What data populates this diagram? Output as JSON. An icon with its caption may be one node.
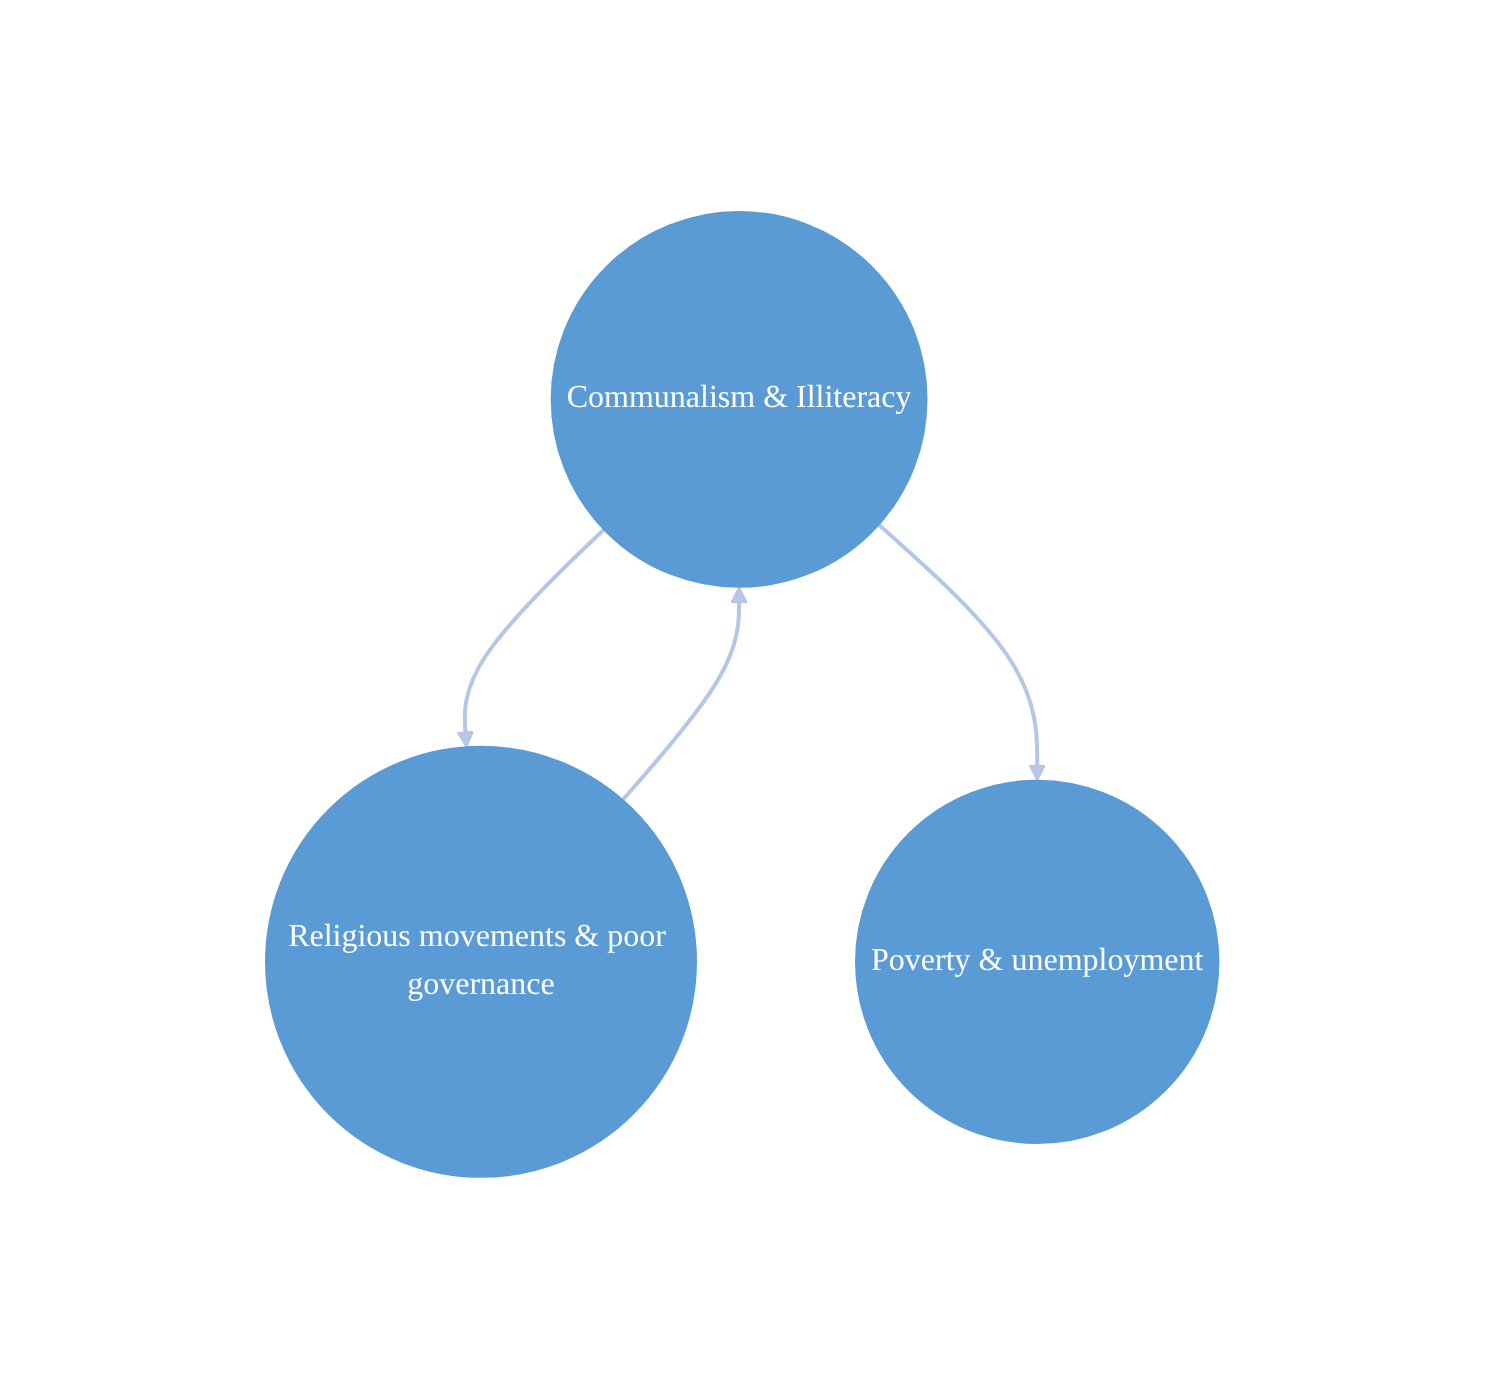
{
  "diagram": {
    "nodes": [
      {
        "text": [
          "Communalism & Illiteracy"
        ]
      },
      {
        "text": [
          "Religious movements & poor governance"
        ]
      },
      {
        "text": [
          "Poverty & unemployment"
        ]
      }
    ],
    "edges": [
      {
        "from": 1,
        "to": 0,
        "arrow": "to"
      },
      {
        "from": 0,
        "to": 1,
        "arrow": "to"
      },
      {
        "from": 0,
        "to": 2,
        "arrow": "to"
      }
    ]
  }
}
